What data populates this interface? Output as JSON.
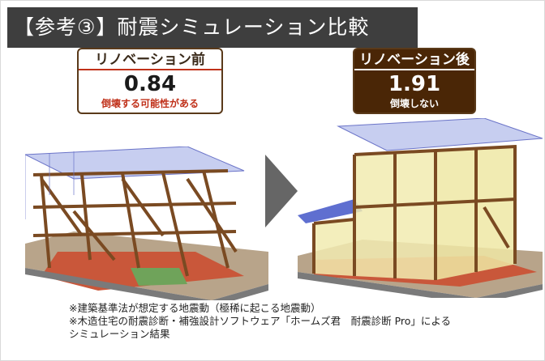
{
  "title": "【参考③】耐震シミュレーション比較",
  "before": {
    "label": "リノベーション前",
    "value": "0.84",
    "note": "倒壊する可能性がある"
  },
  "after": {
    "label": "リノベーション後",
    "value": "1.91",
    "note": "倒壊しない"
  },
  "notes": [
    "※建築基準法が想定する地震動（極稀に起こる地震動）",
    "※木造住宅の耐震診断・補強設計ソフトウェア「ホームズ君　耐震診断 Pro」による",
    "シミュレーション結果"
  ],
  "colors": {
    "title_bg": "#3e3e3e",
    "brand_brown": "#4a2606",
    "warning_red": "#c0311a"
  }
}
